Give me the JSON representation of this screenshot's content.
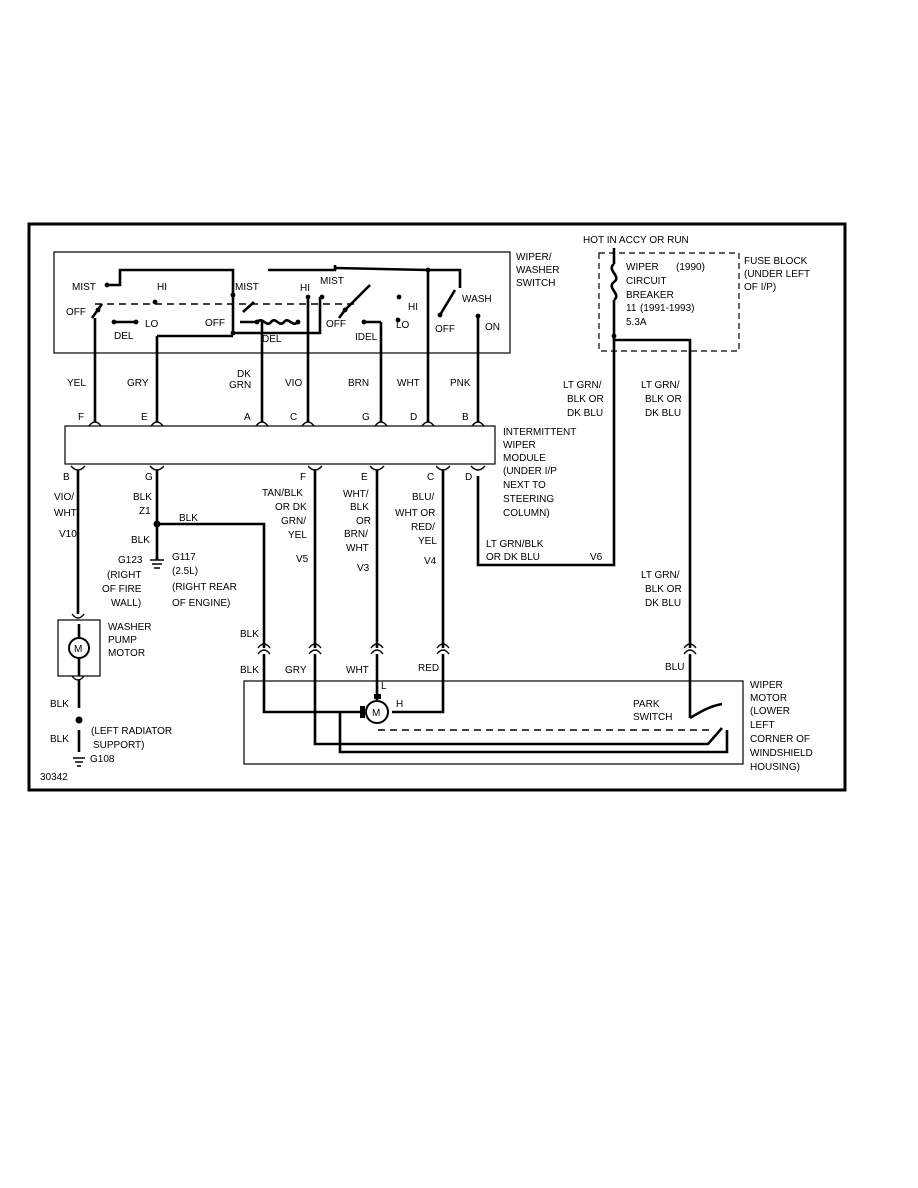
{
  "switch": {
    "name": [
      "WIPER/",
      "WASHER",
      "SWITCH"
    ],
    "pos": {
      "mist1": "MIST",
      "hi1": "HI",
      "off1": "OFF",
      "lo1": "LO",
      "del1": "DEL",
      "mist2": "MIST",
      "hi2": "HI",
      "off2": "OFF",
      "del2": "DEL",
      "mist3": "MIST",
      "off3": "OFF",
      "del3": "IDEL",
      "hi3": "HI",
      "lo3": "LO",
      "wash": "WASH",
      "off4": "OFF",
      "on": "ON"
    }
  },
  "fuse": {
    "hot": "HOT IN ACCY OR RUN",
    "name": [
      "WIPER",
      "CIRCUIT",
      "BREAKER",
      "11",
      "5.3A"
    ],
    "y1990": "(1990)",
    "y1991": "(1991-1993)",
    "block": [
      "FUSE BLOCK",
      "(UNDER LEFT",
      "OF I/P)"
    ]
  },
  "upper_wires": [
    {
      "color": "YEL",
      "pin": "F"
    },
    {
      "color": "GRY",
      "pin": "E"
    },
    {
      "color": "DK GRN",
      "pin": "A"
    },
    {
      "color": "VIO",
      "pin": "C"
    },
    {
      "color": "BRN",
      "pin": "G"
    },
    {
      "color": "WHT",
      "pin": "D"
    },
    {
      "color": "PNK",
      "pin": "B"
    }
  ],
  "feed_label_1": [
    "LT GRN/",
    "BLK OR",
    "DK BLU"
  ],
  "feed_label_2": [
    "LT GRN/",
    "BLK OR",
    "DK BLU"
  ],
  "module": [
    "INTERMITTENT",
    "WIPER",
    "MODULE",
    "(UNDER I/P",
    "NEXT TO",
    "STEERING",
    "COLUMN)"
  ],
  "lower_pins": {
    "b": "B",
    "g": "G",
    "f": "F",
    "e": "E",
    "c": "C",
    "d": "D"
  },
  "lower_wires": {
    "b": [
      "VIO/",
      "WHT",
      "V10"
    ],
    "g": [
      "BLK",
      "Z1"
    ],
    "f": [
      "TAN/BLK",
      "OR DK",
      "GRN/",
      "YEL",
      "V5"
    ],
    "e": [
      "WHT/",
      "BLK",
      "OR",
      "BRN/",
      "WHT",
      "V3"
    ],
    "c": [
      "BLU/",
      "WHT OR",
      "RED/",
      "YEL",
      "V4"
    ],
    "d": [
      "LT GRN/BLK",
      "OR DK BLU",
      "V6"
    ],
    "feed": [
      "LT GRN/",
      "BLK OR",
      "DK BLU"
    ]
  },
  "ground": {
    "blk_splice": "BLK",
    "blk_lower": "BLK",
    "g123": [
      "G123",
      "(RIGHT",
      "OF FIRE",
      "WALL)"
    ],
    "g117": [
      "G117",
      "(2.5L)",
      "(RIGHT REAR",
      "OF ENGINE)"
    ],
    "blk_pump1": "BLK",
    "blk_pump2": "BLK",
    "radiator": [
      "(LEFT RADIATOR",
      "SUPPORT)"
    ],
    "g108": "G108"
  },
  "pump": {
    "m": "M",
    "name": [
      "WASHER",
      "PUMP",
      "MOTOR"
    ]
  },
  "motor_conn": {
    "blk1": "BLK",
    "blk2": "BLK",
    "gry": "GRY",
    "wht": "WHT",
    "red": "RED",
    "blu": "BLU"
  },
  "motor": {
    "m": "M",
    "l": "L",
    "h": "H",
    "park": [
      "PARK",
      "SWITCH"
    ],
    "name": [
      "WIPER",
      "MOTOR",
      "(LOWER",
      "LEFT",
      "CORNER OF",
      "WINDSHIELD",
      "HOUSING)"
    ]
  },
  "figure_id": "30342"
}
